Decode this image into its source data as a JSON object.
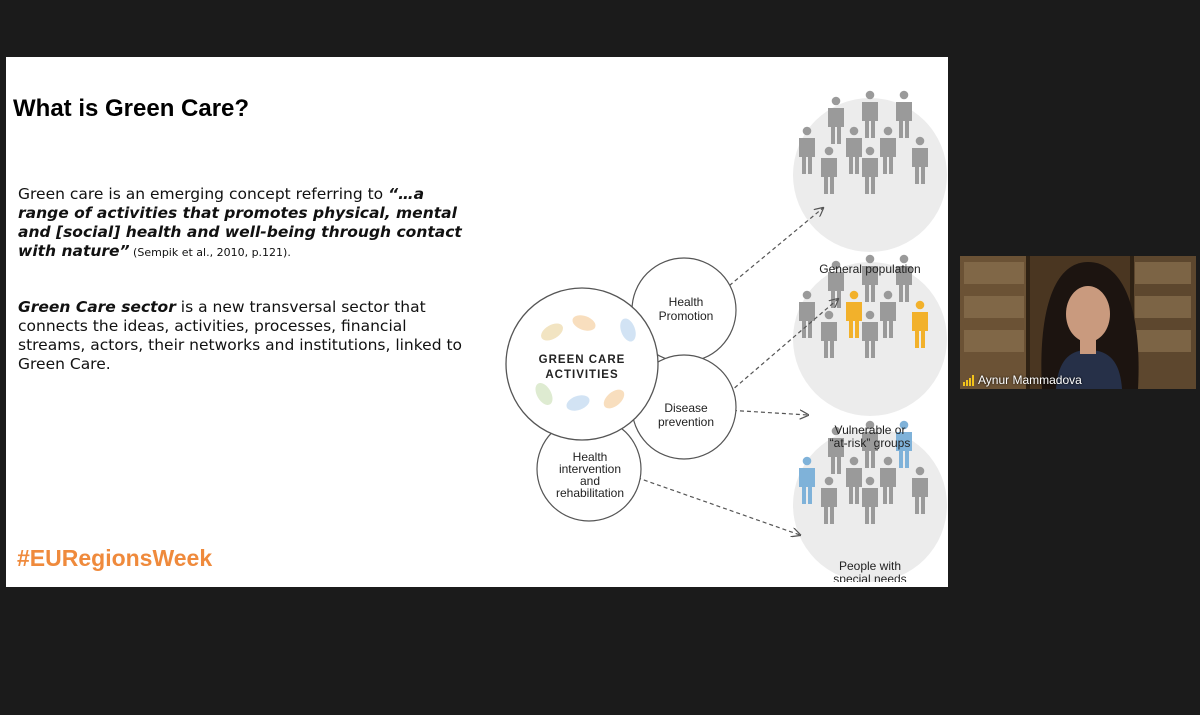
{
  "slide": {
    "title": "What is Green Care?",
    "para1_plain": "Green care is an emerging concept referring to ",
    "para1_quote": "“…a range of activities that promotes physical, mental and [social] health and well-being through contact with nature”",
    "para1_cite": " (Sempik et al., 2010, p.121).",
    "para2_bold": "Green Care sector",
    "para2_rest": " is a new transversal sector that connects the ideas, activities, processes, financial streams, actors, their networks and institutions, linked to Green Care.",
    "hashtag": "#EURegionsWeek",
    "hashtag_color": "#ef8a3c"
  },
  "diagram": {
    "center": [
      "GREEN CARE",
      "ACTIVITIES"
    ],
    "health_promotion": [
      "Health",
      "Promotion"
    ],
    "disease_prevention": [
      "Disease",
      "prevention"
    ],
    "health_intervention": [
      "Health",
      "intervention",
      "and",
      "rehabilitation"
    ],
    "group_general": [
      "General population"
    ],
    "group_vulnerable": [
      "Vulnerable or",
      "“at-risk” groups"
    ],
    "group_special": [
      "People with",
      "special needs"
    ],
    "colors": {
      "person": "#9a9a9a",
      "at_risk": "#f2b12b",
      "special": "#7fb2d9",
      "circle_fill": "#ececec"
    }
  },
  "video": {
    "participant_name": "Aynur Mammadova",
    "signal_color": "#f2c31b"
  }
}
